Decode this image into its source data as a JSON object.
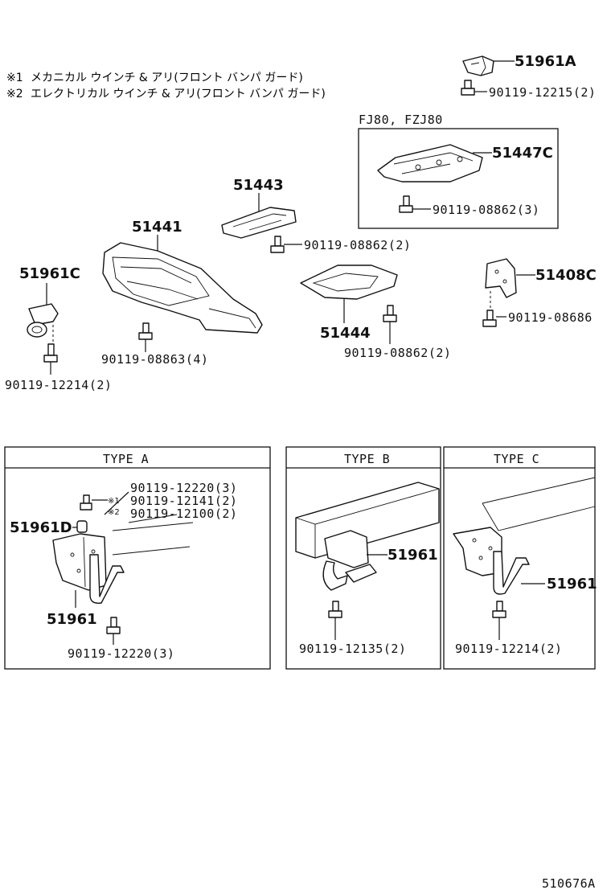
{
  "notes": [
    {
      "mark": "※1",
      "text": "メカニカル ウインチ & アリ(フロント バンパ ガード)"
    },
    {
      "mark": "※2",
      "text": "エレクトリカル ウインチ & アリ(フロント バンパ ガード)"
    }
  ],
  "fj_box_label": "FJ80, FZJ80",
  "parts": {
    "p51961A": "51961A",
    "p90119_12215": "90119-12215(2)",
    "p51447C": "51447C",
    "p90119_08862_a": "90119-08862(3)",
    "p51443": "51443",
    "p90119_08862_b": "90119-08862(2)",
    "p51441": "51441",
    "p51961C": "51961C",
    "p51408C": "51408C",
    "p90119_08686": "90119-08686",
    "p51444": "51444",
    "p90119_08863": "90119-08863(4)",
    "p90119_08862_c": "90119-08862(2)",
    "p90119_12214_a": "90119-12214(2)"
  },
  "type_a": {
    "title": "TYPE A",
    "p90119_12220_top": "90119-12220(3)",
    "p90119_12141": "90119-12141(2)",
    "p90119_12100": "90119-12100(2)",
    "mark1": "※1",
    "mark2": "※2",
    "p51961D": "51961D",
    "p51961": "51961",
    "p90119_12220_bot": "90119-12220(3)"
  },
  "type_b": {
    "title": "TYPE B",
    "p51961": "51961",
    "p90119_12135": "90119-12135(2)"
  },
  "type_c": {
    "title": "TYPE C",
    "p51961": "51961",
    "p90119_12214": "90119-12214(2)"
  },
  "diagram_id": "510676A"
}
